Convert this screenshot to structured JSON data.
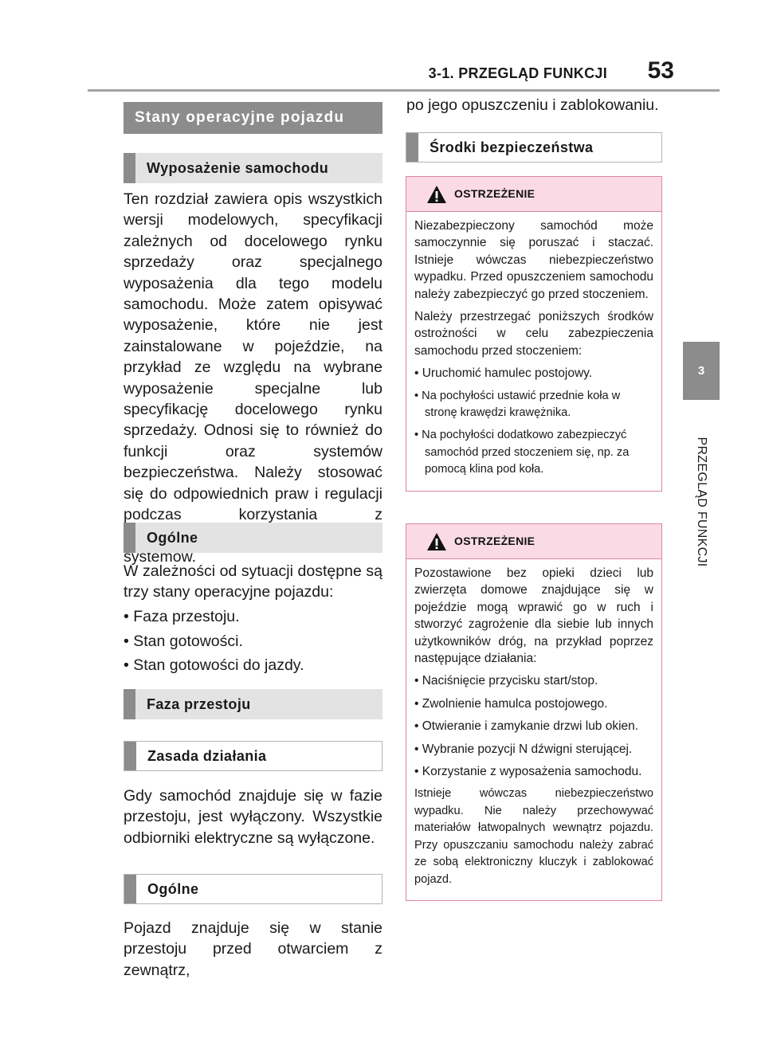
{
  "header": {
    "title": "3-1. PRZEGLĄD FUNKCJI",
    "page_number": "53"
  },
  "side_tab": {
    "chapter": "3",
    "label": "PRZEGLĄD FUNKCJI"
  },
  "left": {
    "section_title": "Stany operacyjne pojazdu",
    "h_equipment": "Wyposażenie samochodu",
    "p_equipment": "Ten rozdział zawiera opis wszystkich wersji modelowych, specyfikacji zależnych od docelowego rynku sprzedaży oraz specjalnego wyposażenia dla tego modelu samochodu. Może zatem opisywać wyposażenie, które nie jest zainstalowane w pojeździe, na przykład ze względu na wybrane wyposażenie specjalne lub specyfikację docelowego rynku sprzedaży. Odnosi się to również do funkcji oraz systemów bezpieczeństwa. Należy stosować się do odpowiednich praw i regulacji podczas korzystania z poszczególnych funkcji oraz systemów.",
    "h_general": "Ogólne",
    "p_general": "W zależności od sytuacji dostępne są trzy stany operacyjne pojazdu:",
    "states": [
      "• Faza przestoju.",
      "• Stan gotowości.",
      "• Stan gotowości do jazdy."
    ],
    "h_idle": "Faza przestoju",
    "h_principle": "Zasada działania",
    "p_principle": "Gdy samochód znajduje się w fazie przestoju, jest wyłączony. Wszystkie odbiorniki elektryczne są wyłączone.",
    "h_general2": "Ogólne",
    "p_general2": "Pojazd znajduje się w stanie przestoju przed otwarciem z zewnątrz,"
  },
  "right": {
    "p_cont": "po jego opuszczeniu i zablokowaniu.",
    "h_safety": "Środki bezpieczeństwa",
    "warning1": {
      "title": "OSTRZEŻENIE",
      "p1": "Niezabezpieczony samochód może samoczynnie się poruszać i staczać. Istnieje wówczas niebezpieczeństwo wypadku. Przed opuszczeniem samochodu należy zabezpieczyć go przed stoczeniem.",
      "p2": "Należy przestrzegać poniższych środków ostrożności w celu zabezpieczenia samochodu przed stoczeniem:",
      "bullets": [
        "• Uruchomić hamulec postojowy.",
        "• Na pochyłości ustawić przednie koła w stronę krawędzi krawężnika.",
        "• Na pochyłości dodatkowo zabezpieczyć samochód przed stoczeniem się, np. za pomocą klina pod koła."
      ]
    },
    "warning2": {
      "title": "OSTRZEŻENIE",
      "p1": "Pozostawione bez opieki dzieci lub zwierzęta domowe znajdujące się w pojeździe mogą wprawić go w ruch i stworzyć zagrożenie dla siebie lub innych użytkowników dróg, na przykład poprzez następujące działania:",
      "bullets": [
        "• Naciśnięcie przycisku start/stop.",
        "• Zwolnienie hamulca postojowego.",
        "• Otwieranie i zamykanie drzwi lub okien.",
        "• Wybranie pozycji N dźwigni sterującej.",
        "• Korzystanie z wyposażenia samochodu."
      ],
      "p2": "Istnieje wówczas niebezpieczeństwo wypadku. Nie należy przechowywać materiałów łatwopalnych wewnątrz pojazdu. Przy opuszczaniu samochodu należy zabrać ze sobą elektroniczny kluczyk i zablokować pojazd."
    }
  }
}
